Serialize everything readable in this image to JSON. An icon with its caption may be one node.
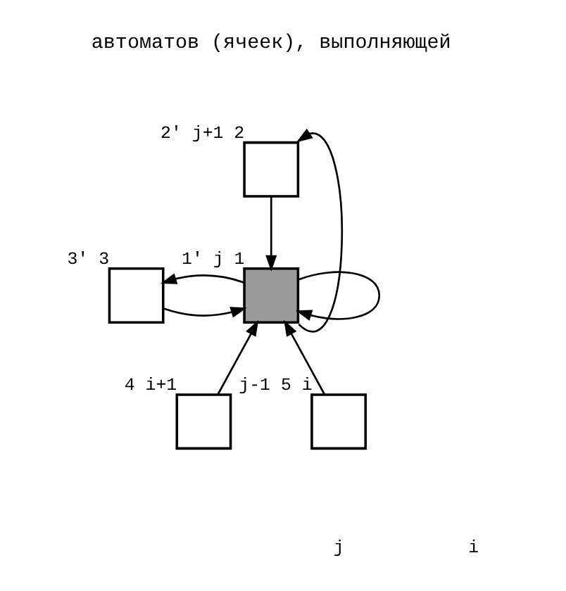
{
  "diagram": {
    "nodes": [
      {
        "text": [],
        "shape": "box",
        "beside": [
          "2'",
          "j+1",
          "2"
        ]
      },
      {
        "text": [],
        "shape": "box",
        "beside": [
          "3'",
          "3"
        ]
      },
      {
        "text": [],
        "shape": "box",
        "beside": [
          "1'",
          "j",
          "1"
        ]
      },
      {
        "text": [],
        "shape": "box",
        "beside": [
          "4",
          "i+1"
        ]
      },
      {
        "text": [],
        "shape": "box",
        "beside": [
          "j-1",
          "5",
          "i"
        ]
      }
    ],
    "edges": [
      {
        "from": 0,
        "to": 2,
        "arrow": "to"
      },
      {
        "from": 2,
        "to": 0,
        "arrow": "to"
      },
      {
        "from": 1,
        "to": 2,
        "arrow": "to"
      },
      {
        "from": 2,
        "to": 1,
        "arrow": "to"
      },
      {
        "from": 3,
        "to": 2,
        "arrow": "to"
      },
      {
        "from": 4,
        "to": 2,
        "arrow": "to"
      },
      {
        "from": 2,
        "to": 2,
        "arrow": "to"
      }
    ],
    "labels": [
      "автоматов (ячеек), выполняющей",
      "j",
      "i"
    ]
  }
}
